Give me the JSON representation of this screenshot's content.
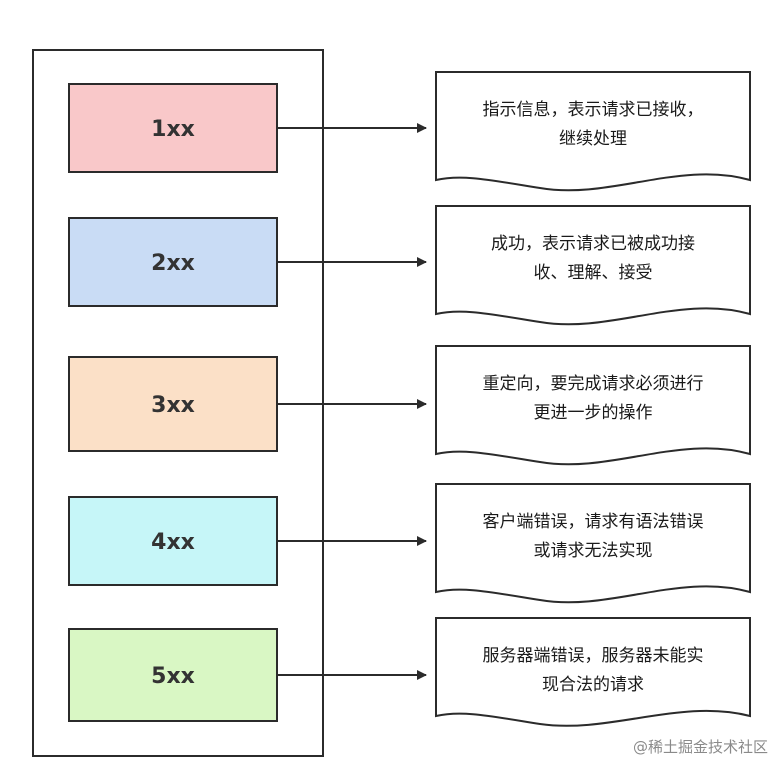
{
  "categories": [
    {
      "code": "1xx",
      "color": "#f9c8c9",
      "description": [
        "指示信息，表示请求已接收，",
        "继续处理"
      ]
    },
    {
      "code": "2xx",
      "color": "#c9dcf5",
      "description": [
        "成功，表示请求已被成功接",
        "收、理解、接受"
      ]
    },
    {
      "code": "3xx",
      "color": "#fbe0c7",
      "description": [
        "重定向，要完成请求必须进行",
        "更进一步的操作"
      ]
    },
    {
      "code": "4xx",
      "color": "#c6f6f8",
      "description": [
        "客户端错误，请求有语法错误",
        "或请求无法实现"
      ]
    },
    {
      "code": "5xx",
      "color": "#d9f7c4",
      "description": [
        "服务器端错误，服务器未能实",
        "现合法的请求"
      ]
    }
  ],
  "watermark": "@稀土掘金技术社区"
}
